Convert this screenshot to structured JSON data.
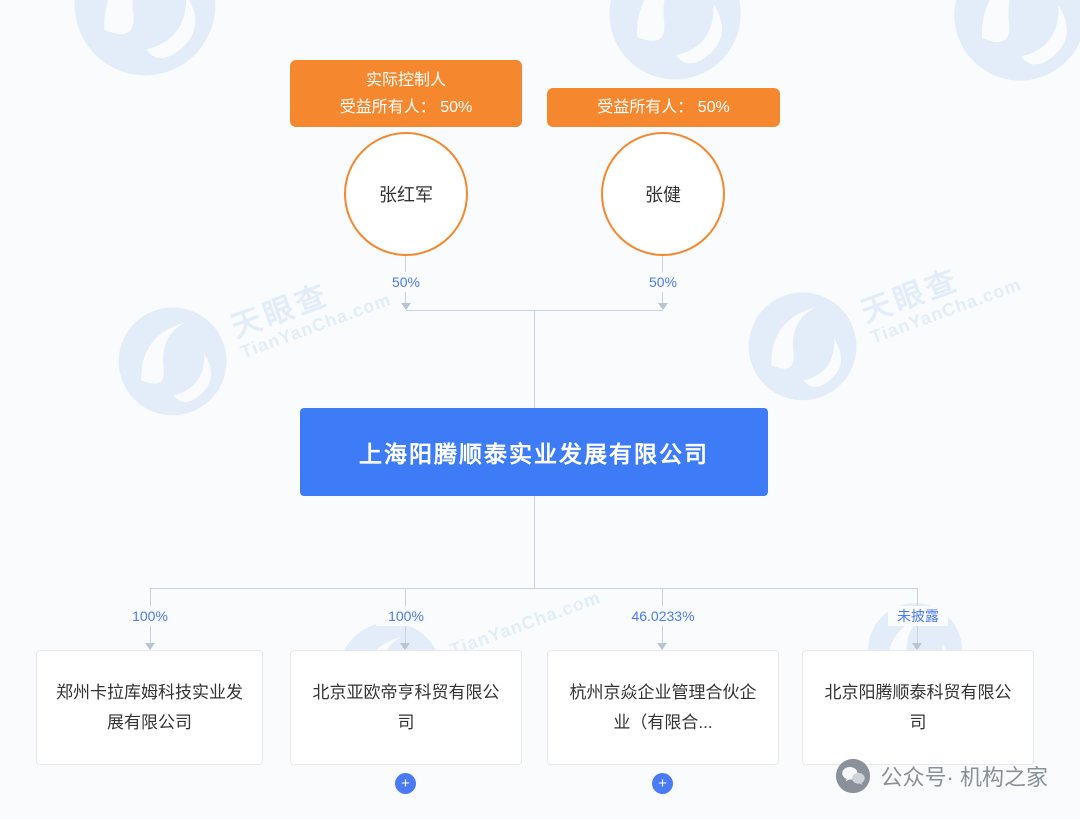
{
  "watermark": {
    "brand": "天眼查",
    "domain": "TianYanCha.com"
  },
  "controller_badges": {
    "left": {
      "line1": "实际控制人",
      "line2": "受益所有人： 50%"
    },
    "right": {
      "line1": "受益所有人： 50%"
    }
  },
  "shareholders": [
    {
      "name": "张红军",
      "share": "50%"
    },
    {
      "name": "张健",
      "share": "50%"
    }
  ],
  "company": {
    "name": "上海阳腾顺泰实业发展有限公司"
  },
  "subsidiaries": [
    {
      "name": "郑州卡拉库姆科技实业发展有限公司",
      "share": "100%"
    },
    {
      "name": "北京亚欧帝亨科贸有限公司",
      "share": "100%"
    },
    {
      "name": "杭州京焱企业管理合伙企业（有限合...",
      "share": "46.0233%"
    },
    {
      "name": "北京阳腾顺泰科贸有限公司",
      "share": "未披露"
    }
  ],
  "expand_buttons": [
    {
      "label": "+"
    },
    {
      "label": "+"
    }
  ],
  "footer": {
    "wechat_text": "公众号· 机构之家"
  },
  "colors": {
    "accent_blue": "#4a7af5",
    "company_blue": "#3e7bf7",
    "orange": "#f5882f",
    "line_gray": "#c9d3e0"
  }
}
